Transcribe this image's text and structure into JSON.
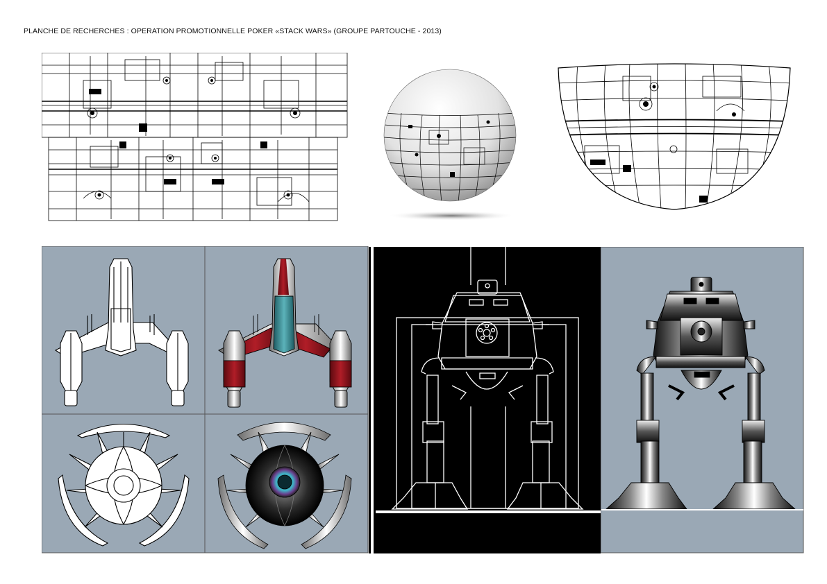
{
  "page": {
    "title": "PLANCHE DE RECHERCHES : OPERATION PROMOTIONNELLE POKER «STACK WARS» (GROUPE PARTOUCHE - 2013)"
  },
  "colors": {
    "panel_blue": "#9aa8b5",
    "ink": "#000000",
    "paper": "#ffffff",
    "hull_red": "#9e1a22",
    "canopy_teal": "#3d8c93",
    "core_cyan": "#3fb6c8",
    "core_purple": "#6a3e8c"
  },
  "figures": [
    {
      "id": "texture-map",
      "icon": "flat-panel-texture"
    },
    {
      "id": "sphere-render",
      "icon": "textured-sphere"
    },
    {
      "id": "hemisphere-render",
      "icon": "textured-hemisphere"
    },
    {
      "id": "ship-line",
      "icon": "spaceship-outline"
    },
    {
      "id": "ship-color",
      "icon": "spaceship-colored"
    },
    {
      "id": "orb-line",
      "icon": "orb-drone-outline"
    },
    {
      "id": "orb-shaded",
      "icon": "orb-drone-shaded"
    },
    {
      "id": "walker-line",
      "icon": "walker-outline"
    },
    {
      "id": "walker-shaded",
      "icon": "walker-shaded"
    }
  ]
}
